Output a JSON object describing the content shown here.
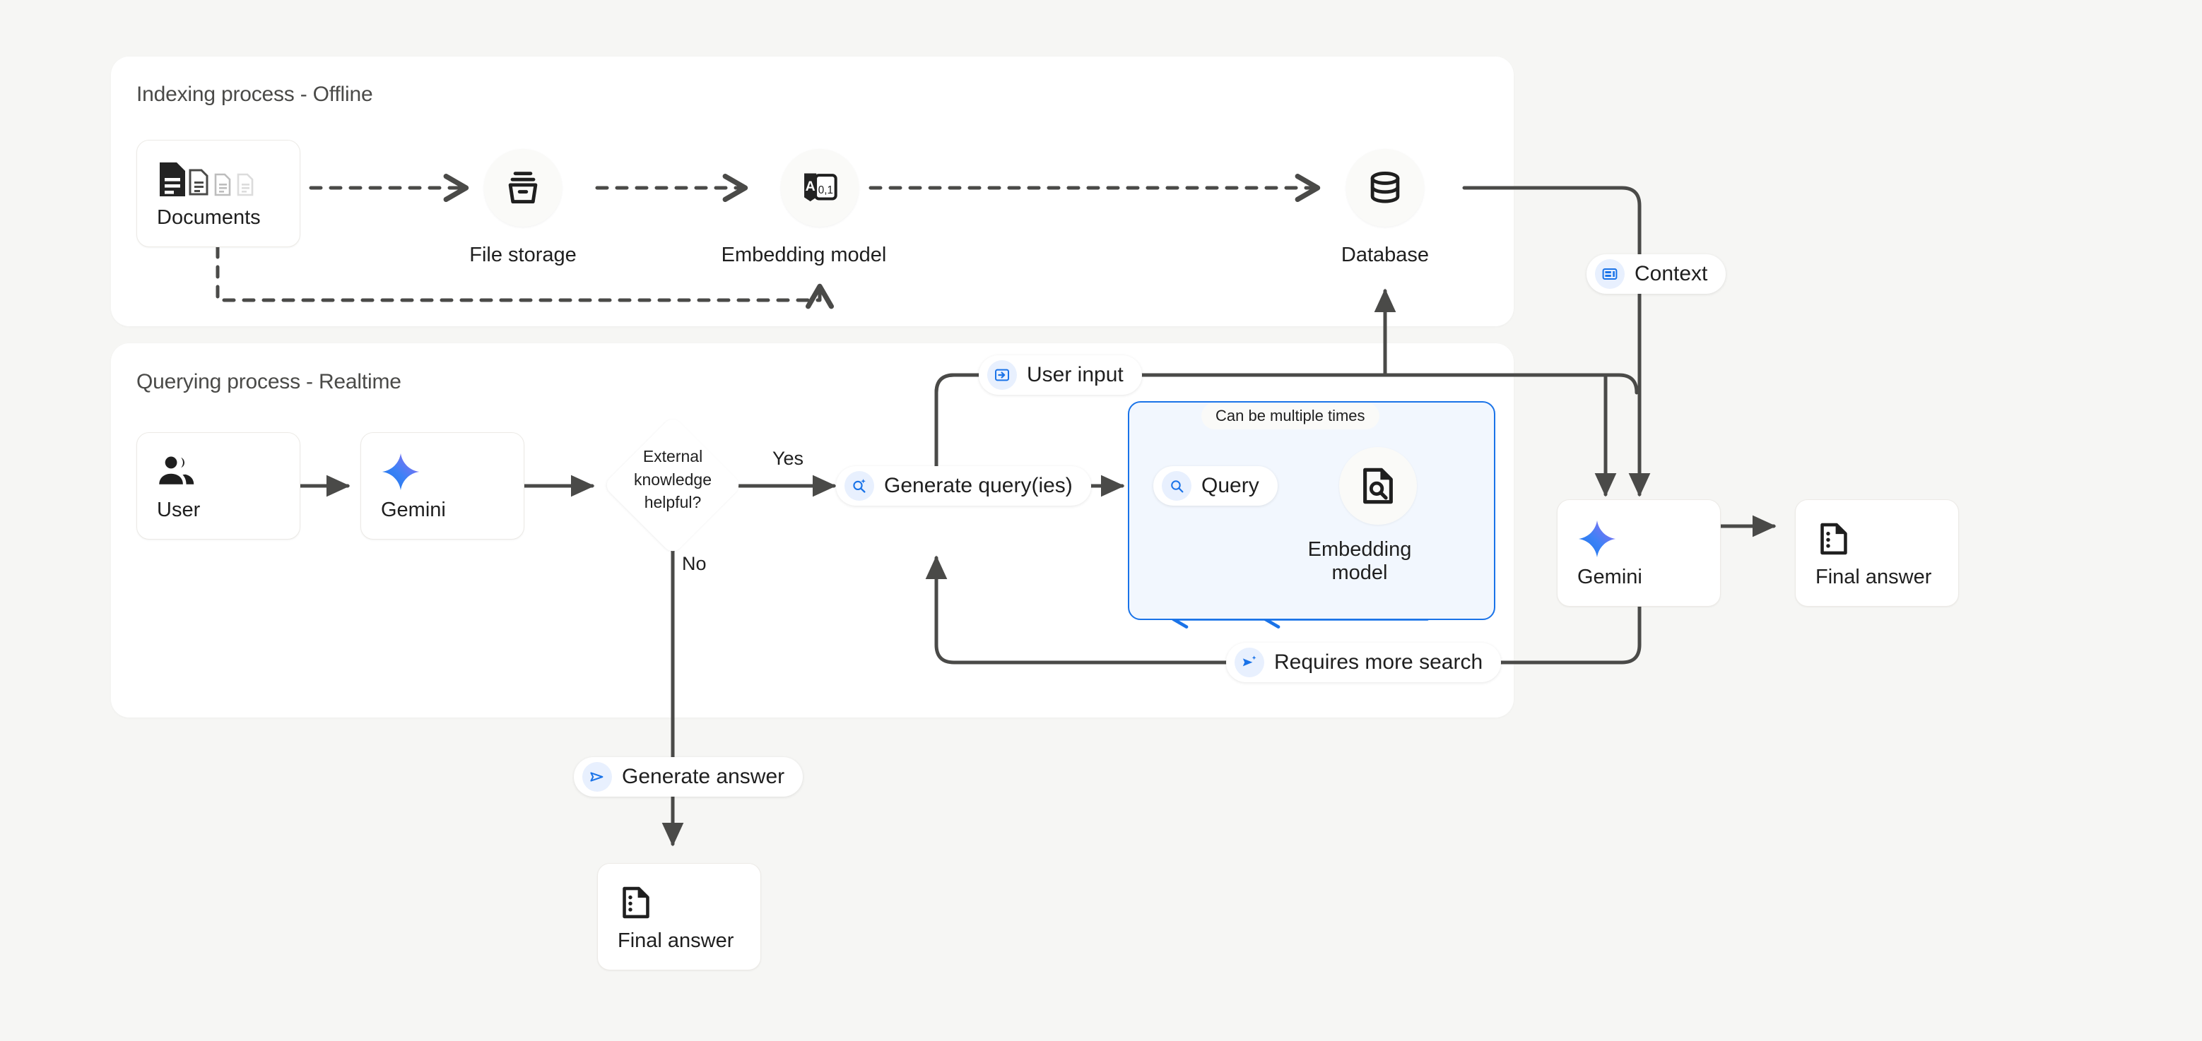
{
  "panels": {
    "indexing": {
      "title": "Indexing process - Offline"
    },
    "querying": {
      "title": "Querying process - Realtime"
    }
  },
  "nodes": {
    "documents": {
      "label": "Documents",
      "icon": "documents-icon"
    },
    "file_storage": {
      "label": "File storage",
      "icon": "archive-box-icon"
    },
    "embedding_index": {
      "label": "Embedding model",
      "icon": "text-to-vector-icon"
    },
    "database": {
      "label": "Database",
      "icon": "database-cylinder-icon"
    },
    "user": {
      "label": "User",
      "icon": "people-icon"
    },
    "gemini_left": {
      "label": "Gemini",
      "icon": "gemini-sparkle-icon"
    },
    "gemini_right": {
      "label": "Gemini",
      "icon": "gemini-sparkle-icon"
    },
    "final_answer_right": {
      "label": "Final answer",
      "icon": "answer-document-icon"
    },
    "final_answer_bottom": {
      "label": "Final answer",
      "icon": "answer-document-icon"
    },
    "embedding_query": {
      "label": "Embedding model",
      "icon": "document-search-icon"
    }
  },
  "decision": {
    "text": "External knowledge helpful?",
    "yes_label": "Yes",
    "no_label": "No"
  },
  "pills": {
    "context": {
      "label": "Context",
      "icon": "context-panel-icon"
    },
    "user_input": {
      "label": "User input",
      "icon": "input-arrow-icon"
    },
    "generate_query": {
      "label": "Generate query(ies)",
      "icon": "search-sparkle-icon"
    },
    "query": {
      "label": "Query",
      "icon": "search-icon"
    },
    "requires_more": {
      "label": "Requires more search",
      "icon": "send-sparkle-icon"
    },
    "generate_answer": {
      "label": "Generate answer",
      "icon": "send-icon"
    }
  },
  "annotations": {
    "multiple_times": "Can be multiple times"
  },
  "colors": {
    "page_background": "#f6f6f4",
    "panel_background": "#ffffff",
    "accent_blue": "#1a73e8",
    "blue_region_fill": "#f2f7fe",
    "pill_icon_background": "#e8f0fe",
    "wire": "#4a4a48",
    "gemini_gradient_start": "#1a73e8",
    "gemini_gradient_end": "#8b5cf6"
  }
}
